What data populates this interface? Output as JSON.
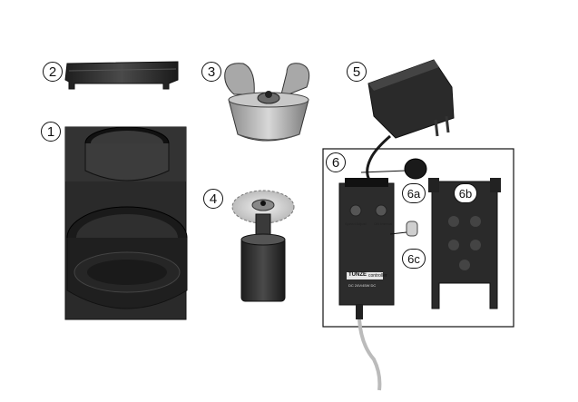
{
  "callouts": {
    "c1": "1",
    "c2": "2",
    "c3": "3",
    "c4": "4",
    "c5": "5",
    "c6": "6",
    "c6a": "6a",
    "c6b": "6b",
    "c6c": "6c"
  },
  "controller": {
    "brand": "TUNZE",
    "model": "controller",
    "spec": "DC 24V/45W DC",
    "knob_label_left": "Speed Adjust",
    "knob_label_right": "ON Interval"
  },
  "colors": {
    "line": "#111111",
    "dark_plastic": "#2b2b2b",
    "mid_gray": "#6e6e6e",
    "light_gray": "#bdbdbd",
    "background": "#ffffff"
  }
}
